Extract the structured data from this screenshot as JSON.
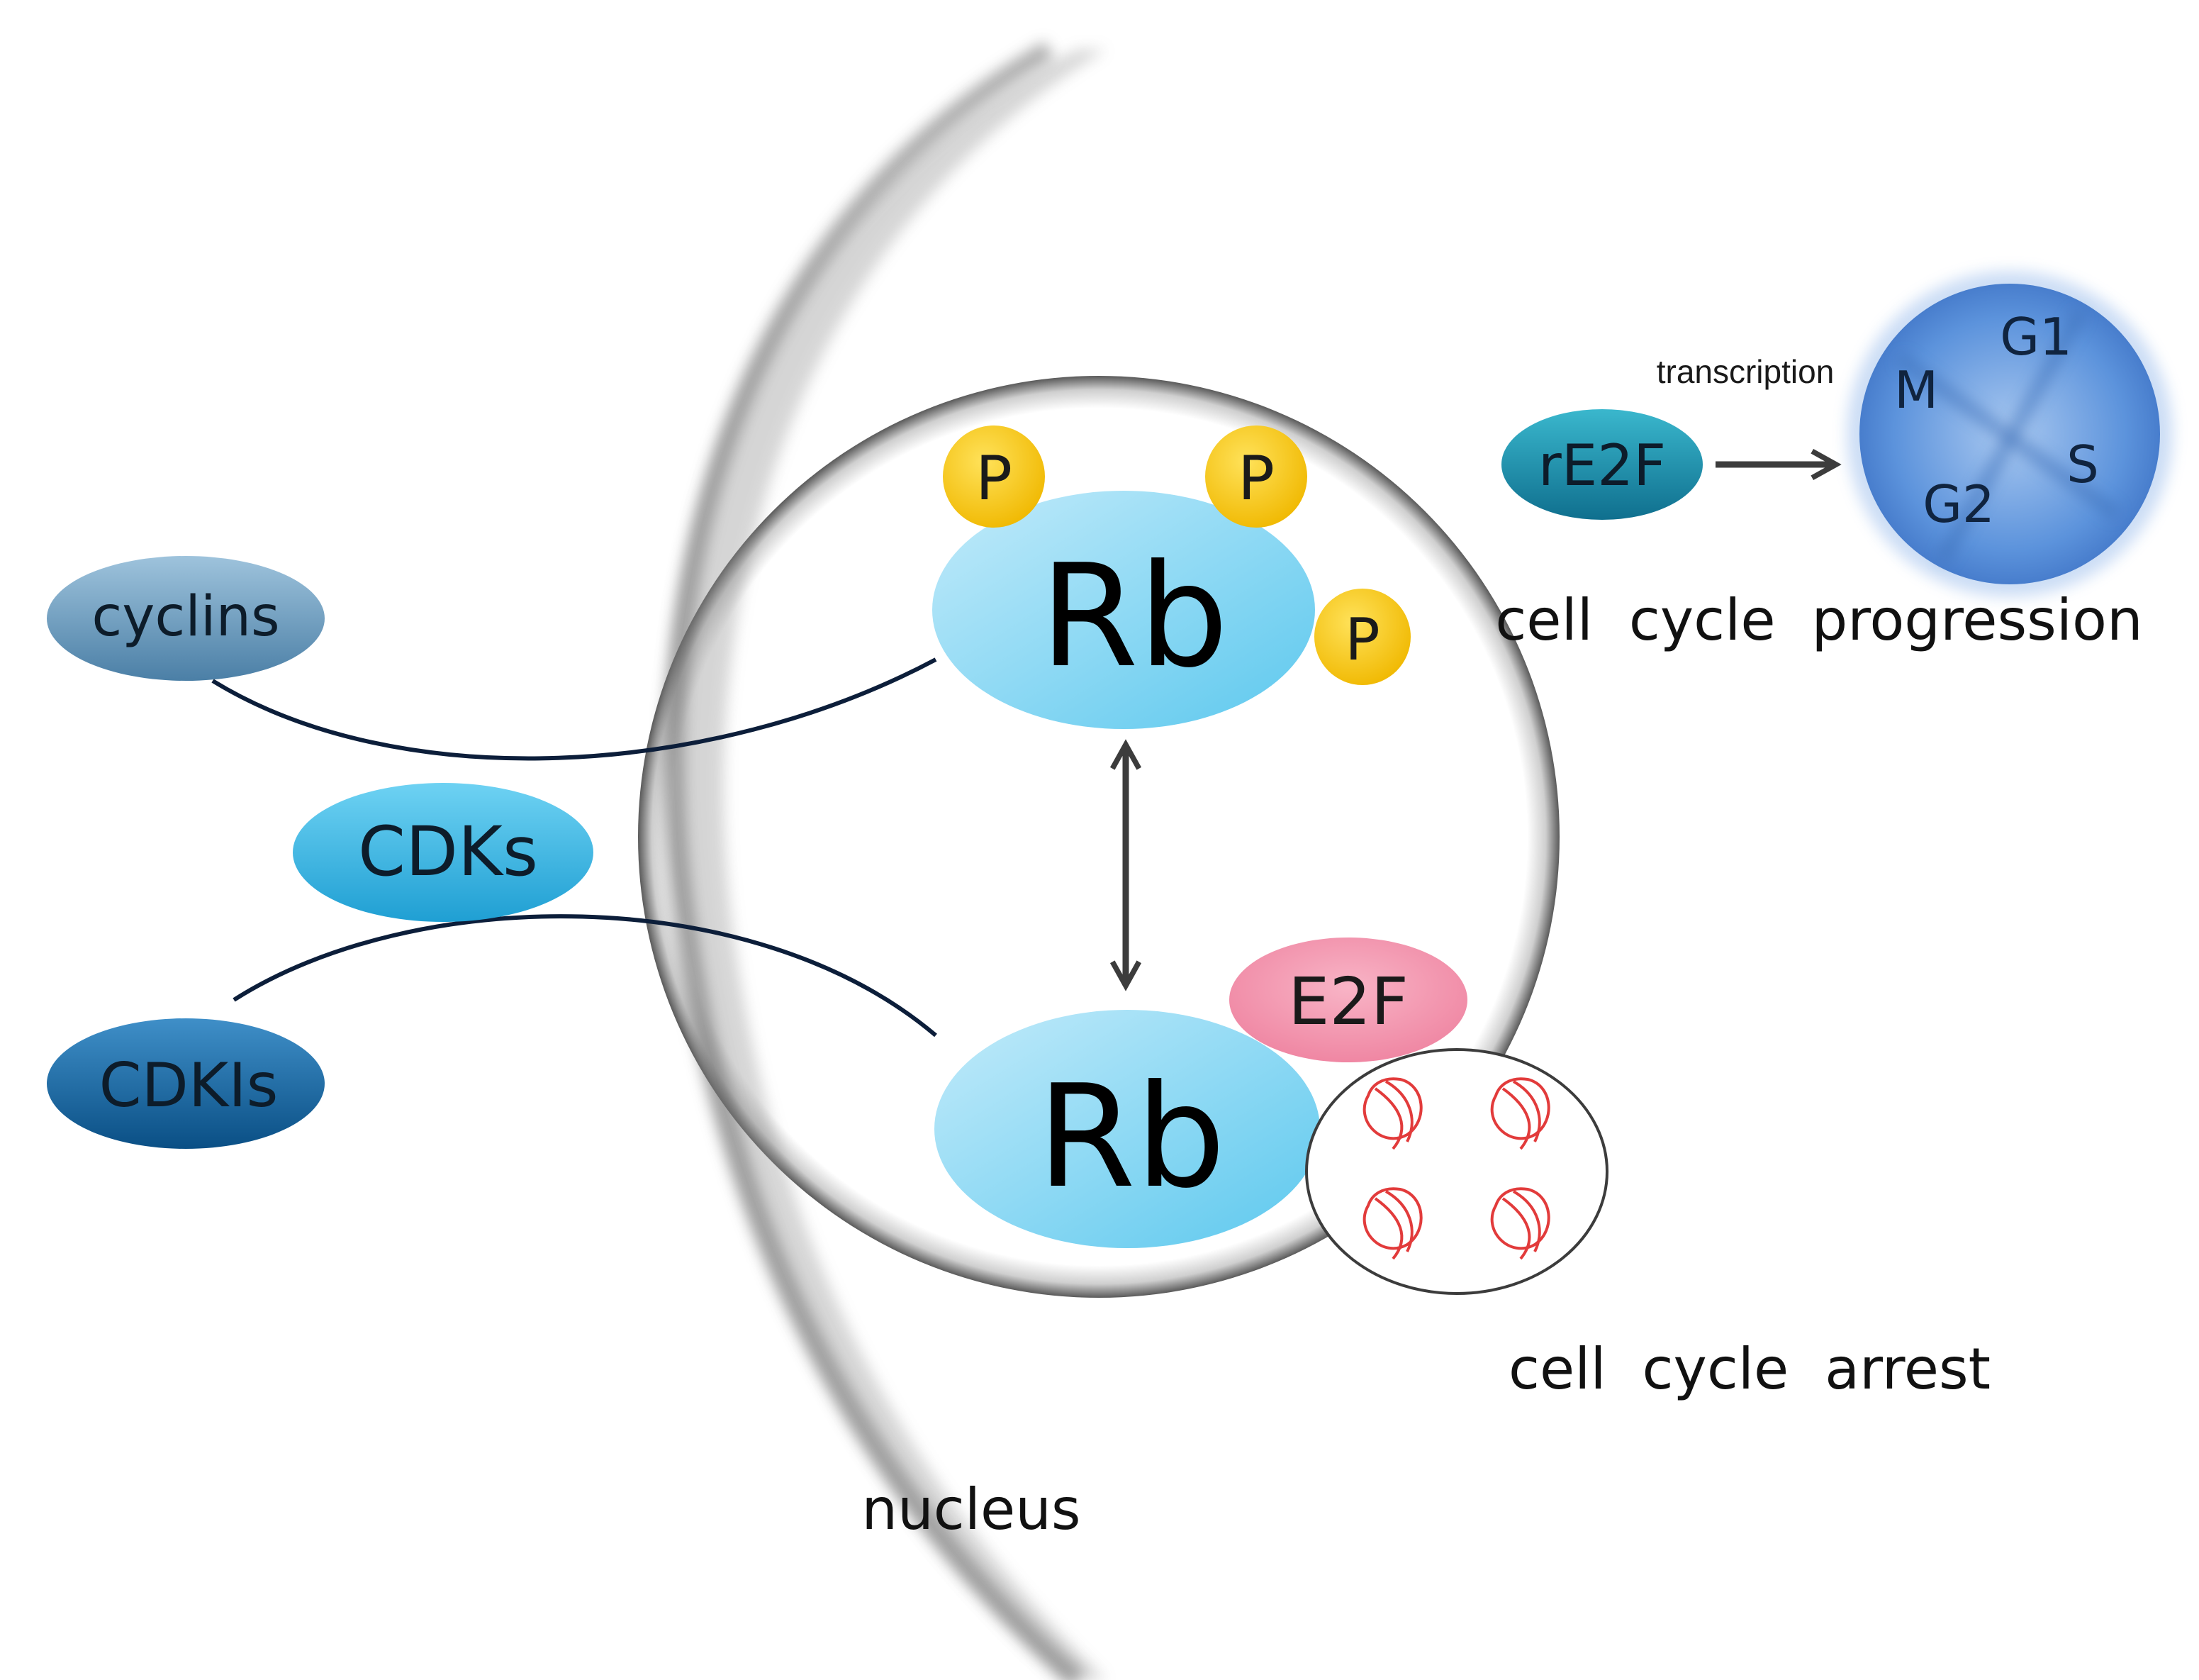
{
  "nodes": {
    "cyclins": "cyclins",
    "cdks": "CDKs",
    "cdkis": "CDKIs",
    "rb_phosphorylated": "Rb",
    "rb_bound": "Rb",
    "phosphate": "P",
    "re2f": "rE2F",
    "e2f": "E2F"
  },
  "labels": {
    "transcription": "transcription",
    "progression": "cell  cycle  progression",
    "arrest": "cell  cycle  arrest",
    "nucleus": "nucleus"
  },
  "cycle_phases": {
    "g1": "G1",
    "m": "M",
    "s": "S",
    "g2": "G2"
  },
  "colors": {
    "cyclins": "#5b8db0",
    "cdks": "#2aa9d8",
    "cdkis": "#0e5f96",
    "rb": "#7fd3f0",
    "phosphate": "#f5c400",
    "re2f": "#138aa6",
    "e2f": "#f08aa6",
    "cell_cycle": "#4a86d4",
    "chromosome": "#e23b3b",
    "nucleus_edge": "#6b6b6b"
  }
}
